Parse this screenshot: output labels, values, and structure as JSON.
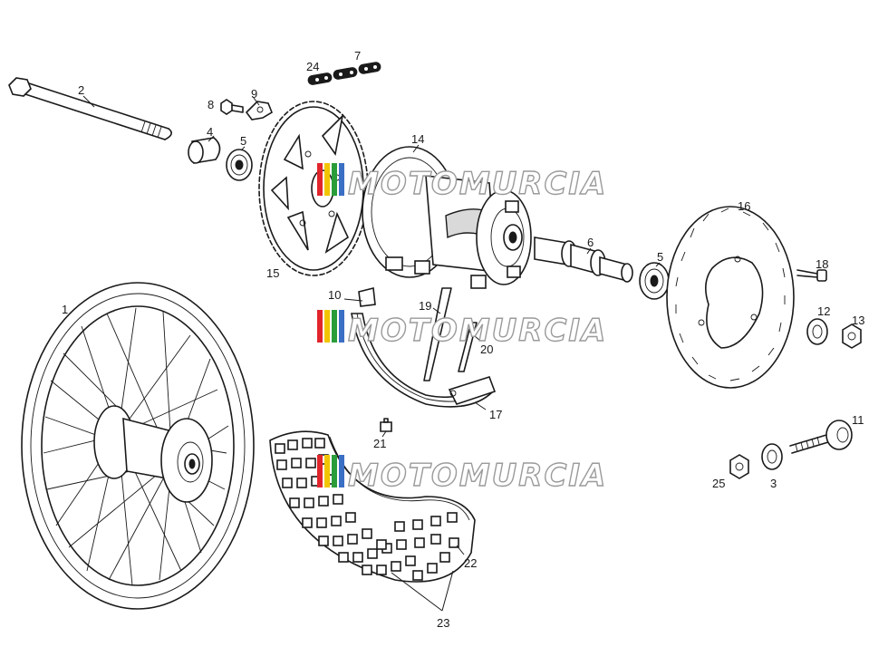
{
  "callouts": [
    "1",
    "2",
    "3",
    "4",
    "5",
    "5",
    "6",
    "7",
    "8",
    "9",
    "10",
    "11",
    "12",
    "13",
    "14",
    "15",
    "16",
    "17",
    "18",
    "19",
    "20",
    "21",
    "22",
    "23",
    "24",
    "25"
  ],
  "watermark": {
    "text": "MOTOMURCIA",
    "stripe_colors": [
      "#e0252b",
      "#f2c500",
      "#2a9d3a",
      "#3a6fc4"
    ],
    "outline_color": "#9a9a9a"
  }
}
